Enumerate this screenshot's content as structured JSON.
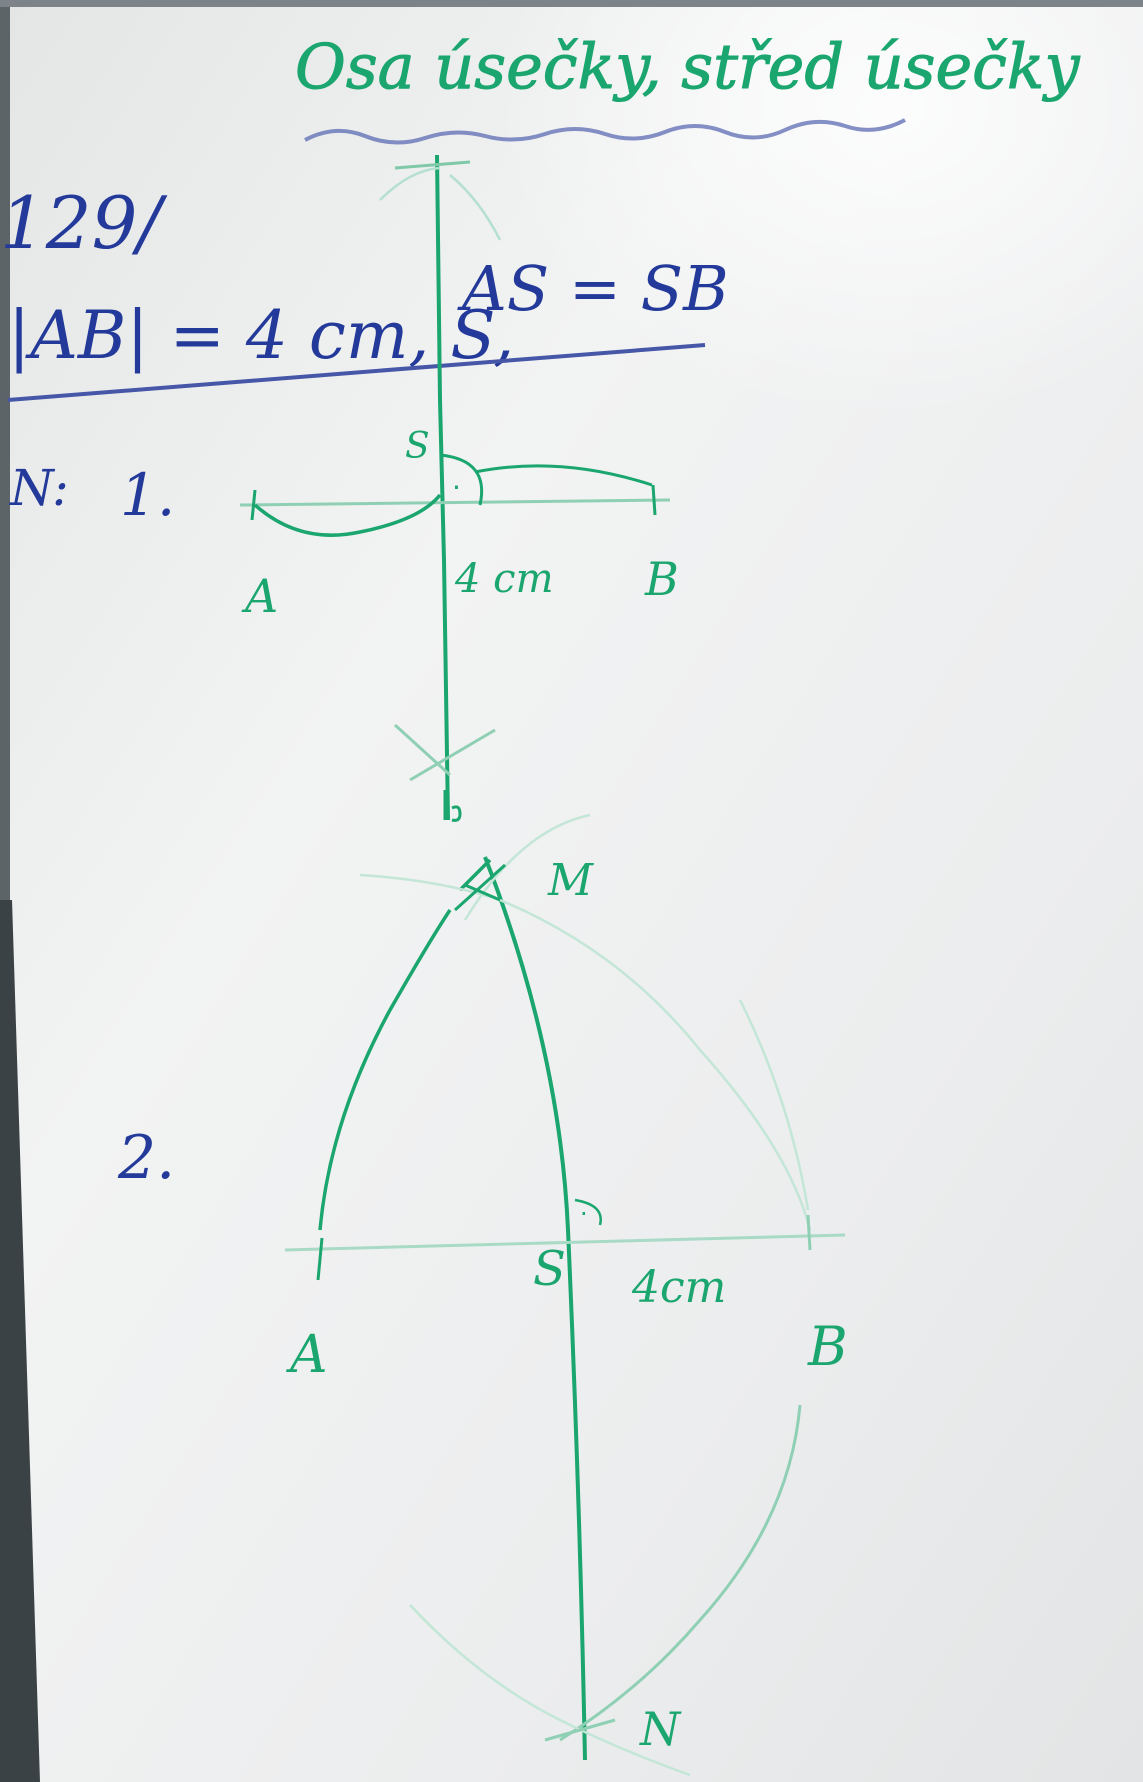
{
  "title": "Osa úsečky, střed úsečky",
  "problem": {
    "number": "129/",
    "statement_left": "|AB| = 4 cm, S,",
    "statement_right": "AS = SB"
  },
  "steps": {
    "prefix": "N:",
    "step1": "1.",
    "step2": "2."
  },
  "construction1": {
    "label_s": "S",
    "label_a": "A",
    "label_b": "B",
    "length": "4 cm",
    "right_angle": "·"
  },
  "construction2": {
    "label_m": "M",
    "label_n": "N",
    "label_s": "S",
    "label_a": "A",
    "label_b": "B",
    "length": "4cm",
    "right_angle": "·"
  },
  "colors": {
    "ink_green": "#1aa66e",
    "ink_green_light": "#9ed8c3",
    "ink_blue": "#233a9a",
    "board": "#eef0ef"
  }
}
